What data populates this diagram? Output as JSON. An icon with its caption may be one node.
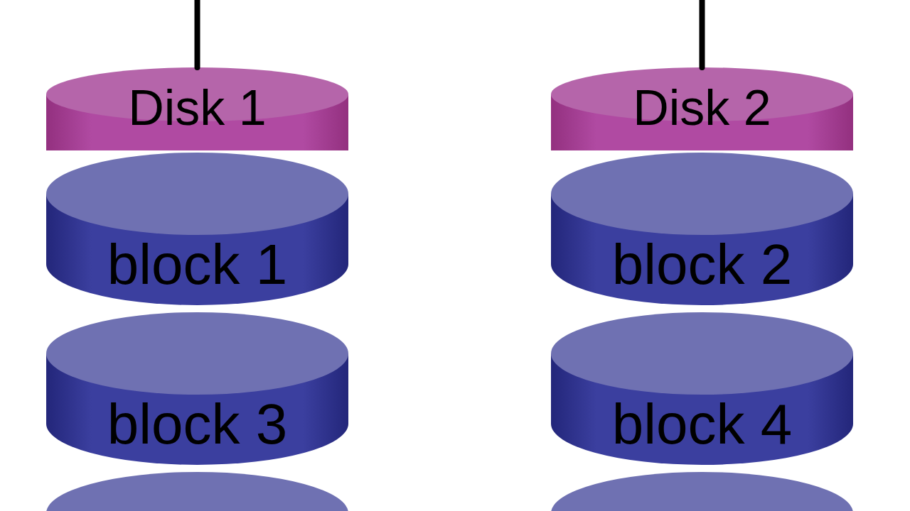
{
  "diagram": {
    "nodes": [
      {
        "text": [
          "Disk 1"
        ]
      },
      {
        "text": [
          "Disk 2"
        ]
      },
      {
        "text": [
          "block 1"
        ]
      },
      {
        "text": [
          "block 2"
        ]
      },
      {
        "text": [
          "block 3"
        ]
      },
      {
        "text": [
          "block 4"
        ]
      },
      {
        "text": [],
        "shape": "cylinder"
      },
      {
        "text": [],
        "shape": "cylinder"
      }
    ],
    "edges": [
      {
        "from": null,
        "to": 0,
        "arrow": "none"
      },
      {
        "from": null,
        "to": 1,
        "arrow": "none"
      }
    ]
  }
}
